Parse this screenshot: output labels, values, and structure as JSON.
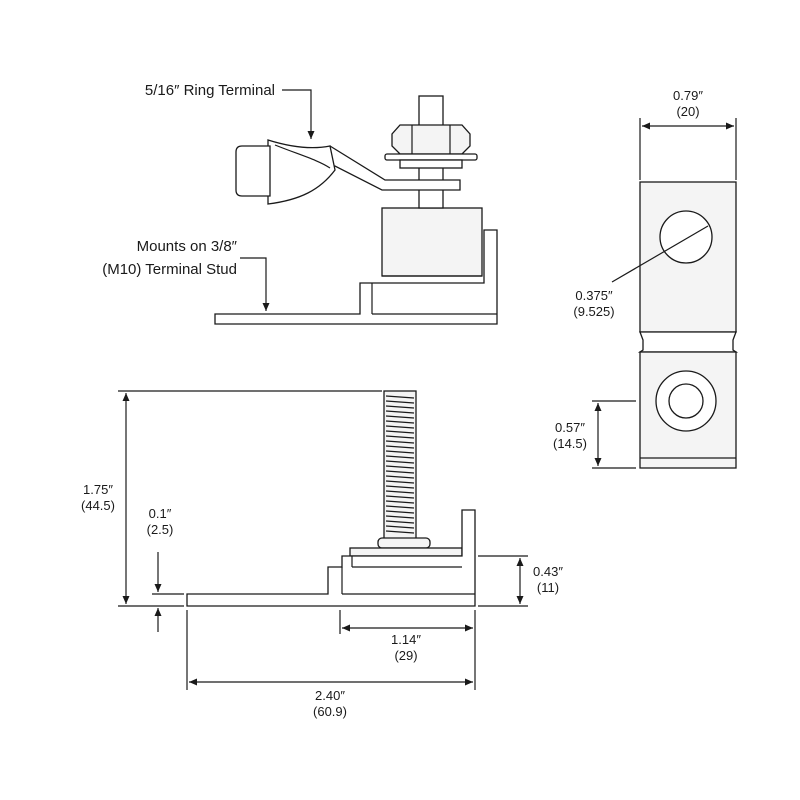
{
  "labels": {
    "ring_terminal": "5/16″ Ring Terminal",
    "mounts_line1": "Mounts on 3/8″",
    "mounts_line2": "(M10) Terminal Stud"
  },
  "dimensions": {
    "top_width": {
      "in": "0.79″",
      "mm": "(20)"
    },
    "hole_dia": {
      "in": "0.375″",
      "mm": "(9.525)"
    },
    "hole_offset": {
      "in": "0.57″",
      "mm": "(14.5)"
    },
    "overall_height": {
      "in": "1.75″",
      "mm": "(44.5)"
    },
    "plate_thickness": {
      "in": "0.1″",
      "mm": "(2.5)"
    },
    "step_height": {
      "in": "0.43″",
      "mm": "(11)"
    },
    "stud_to_end": {
      "in": "1.14″",
      "mm": "(29)"
    },
    "overall_length": {
      "in": "2.40″",
      "mm": "(60.9)"
    }
  }
}
